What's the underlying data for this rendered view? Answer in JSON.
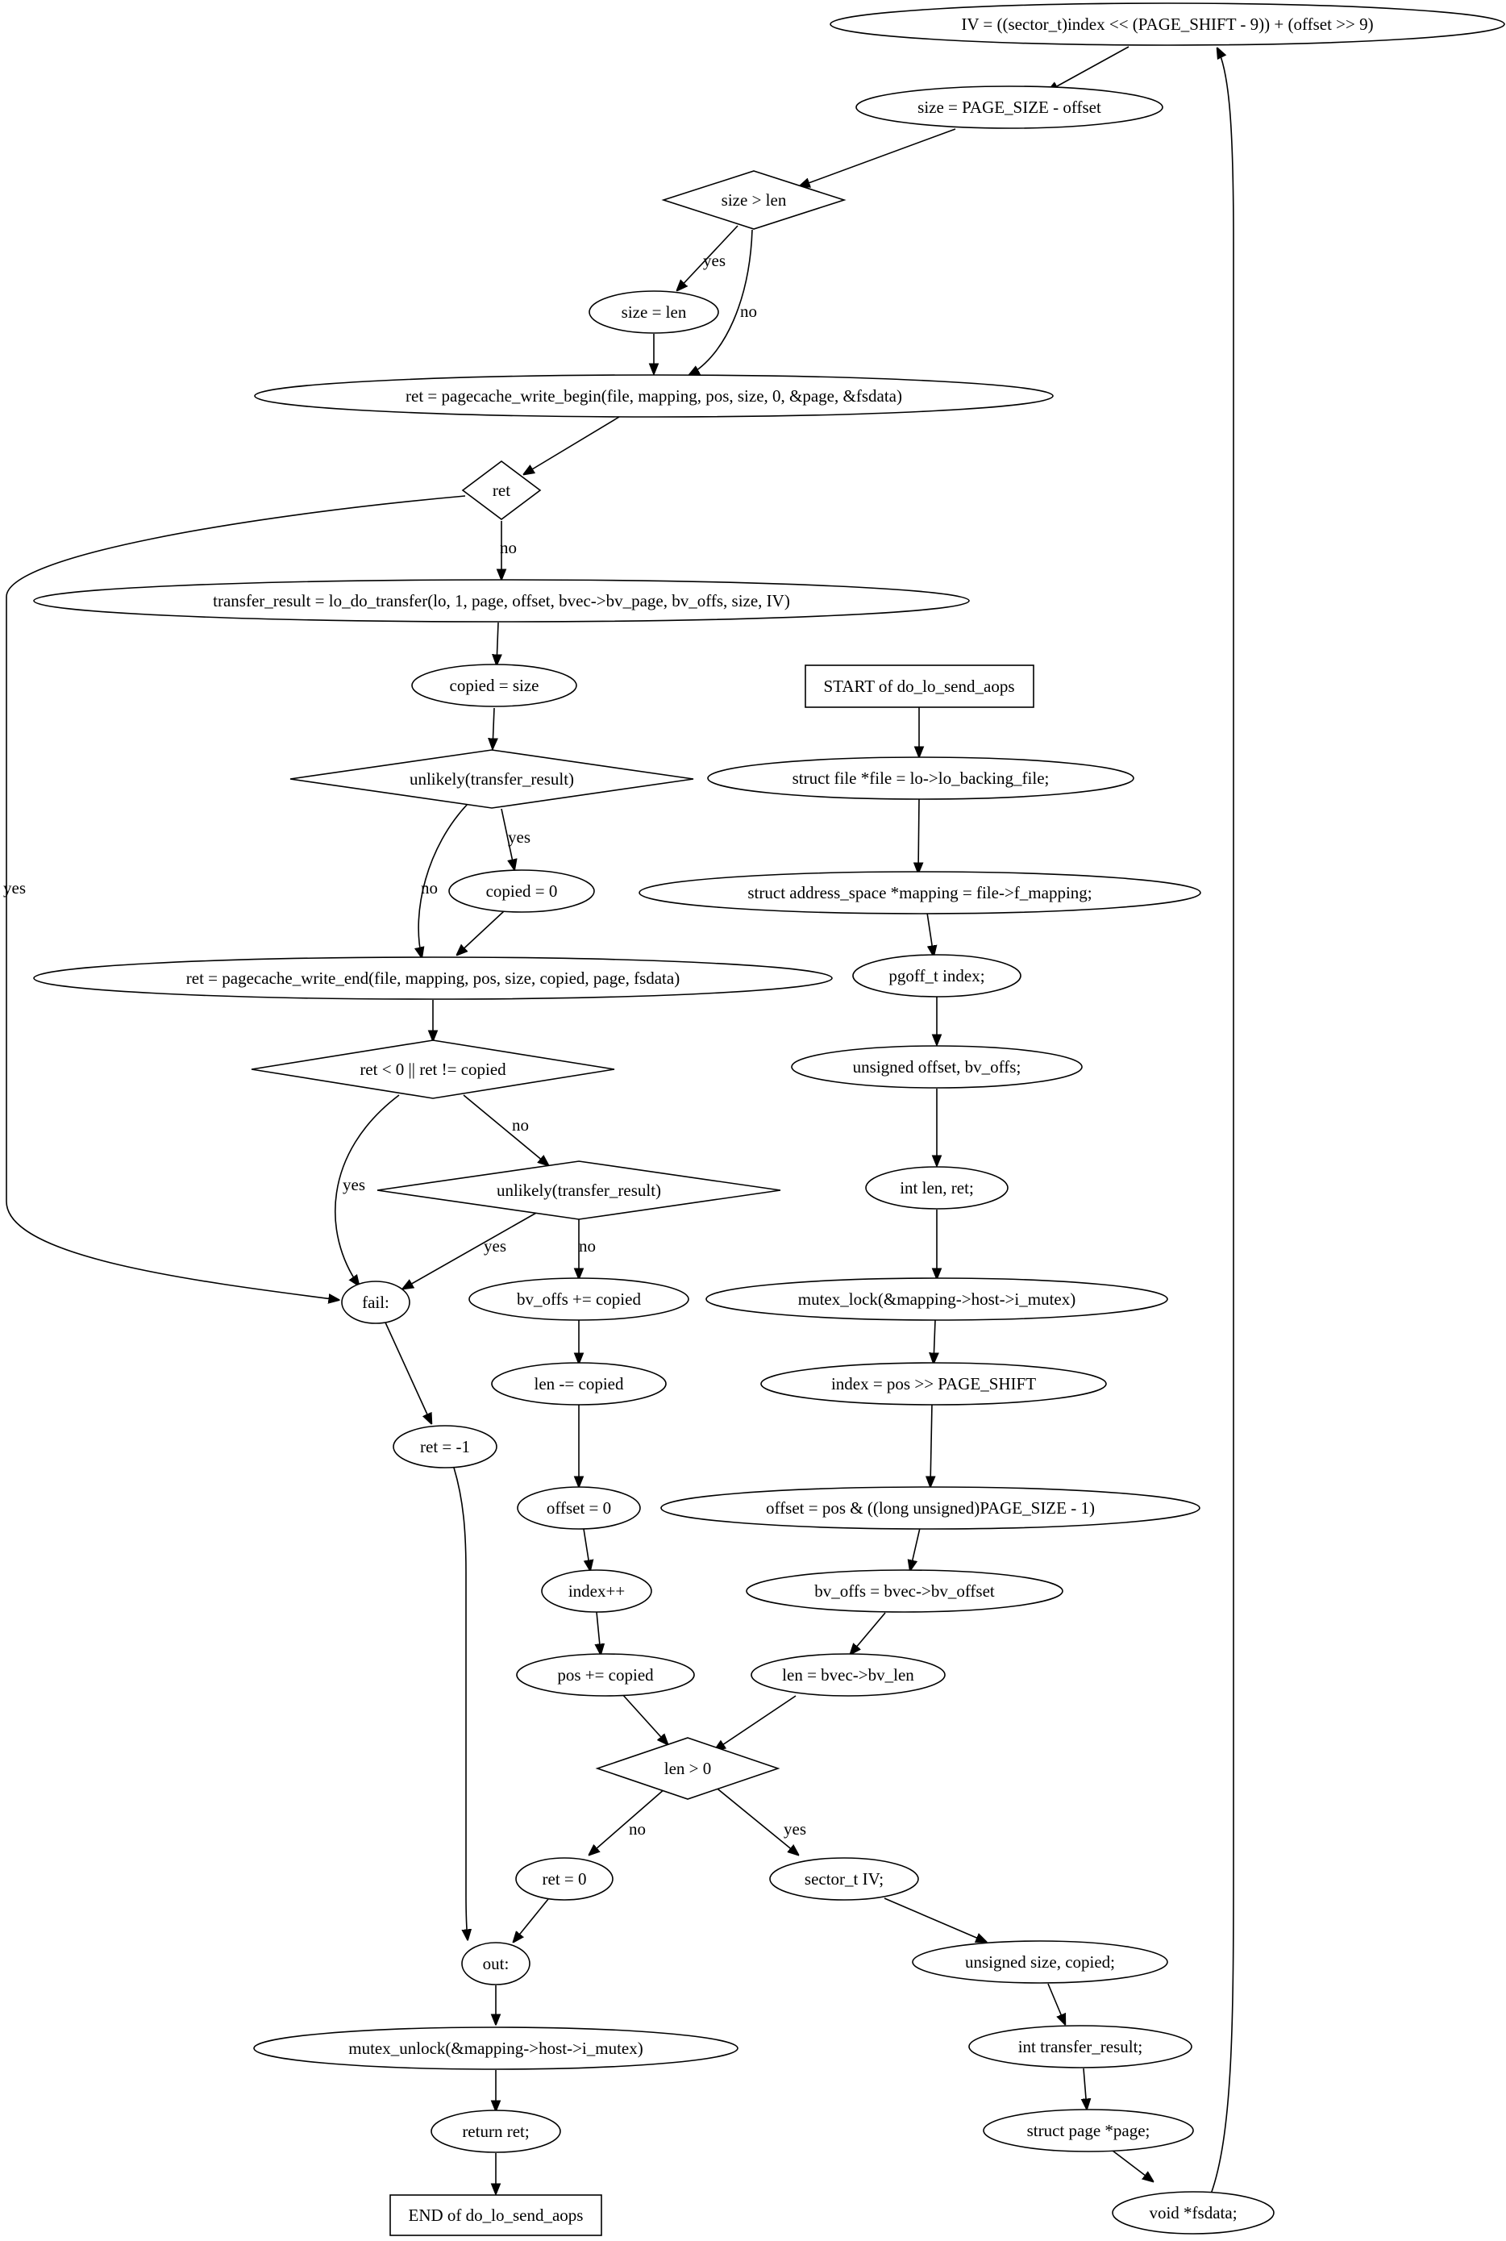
{
  "colors": {
    "lock_fill": "#add8e6",
    "unlock_fill": "#ffff00",
    "default_fill": "#ffffff",
    "stroke": "#000000"
  },
  "nodes": {
    "start": "START of do_lo_send_aops",
    "file": "struct file *file = lo->lo_backing_file;",
    "mapping": "struct address_space *mapping = file->f_mapping;",
    "pgoff": "pgoff_t index;",
    "unsigned_offset": "unsigned offset, bv_offs;",
    "int_len": "int len, ret;",
    "mutex_lock": "mutex_lock(&mapping->host->i_mutex)",
    "index_assign": "index = pos >> PAGE_SHIFT",
    "offset_assign": "offset = pos & ((long unsigned)PAGE_SIZE - 1)",
    "bv_offs_assign": "bv_offs = bvec->bv_offset",
    "len_assign": "len = bvec->bv_len",
    "len_gt_0": "len > 0",
    "sector_iv": "sector_t IV;",
    "unsigned_size": "unsigned size, copied;",
    "int_transfer": "int transfer_result;",
    "struct_page": "struct page *page;",
    "void_fsdata": "void *fsdata;",
    "iv_assign": "IV = ((sector_t)index << (PAGE_SHIFT - 9)) + (offset >> 9)",
    "size_assign": "size = PAGE_SIZE - offset",
    "size_gt_len": "size > len",
    "size_eq_len": "size = len",
    "write_begin": "ret = pagecache_write_begin(file, mapping, pos, size, 0, &page, &fsdata)",
    "ret_check": "ret",
    "do_transfer": "transfer_result = lo_do_transfer(lo, 1, page, offset, bvec->bv_page, bv_offs, size, IV)",
    "copied_size": "copied = size",
    "unlikely1": "unlikely(transfer_result)",
    "copied_zero": "copied = 0",
    "write_end": "ret = pagecache_write_end(file, mapping, pos, size, copied, page, fsdata)",
    "ret_lt_0": "ret < 0 || ret != copied",
    "unlikely2": "unlikely(transfer_result)",
    "fail": "fail:",
    "bv_offs_inc": "bv_offs += copied",
    "len_dec": "len -= copied",
    "offset_zero": "offset = 0",
    "index_inc": "index++",
    "pos_inc": "pos += copied",
    "ret_minus1": "ret = -1",
    "ret_zero": "ret = 0",
    "out": "out:",
    "mutex_unlock": "mutex_unlock(&mapping->host->i_mutex)",
    "return_ret": "return ret;",
    "end": "END of do_lo_send_aops"
  },
  "edges": {
    "yes": "yes",
    "no": "no"
  }
}
